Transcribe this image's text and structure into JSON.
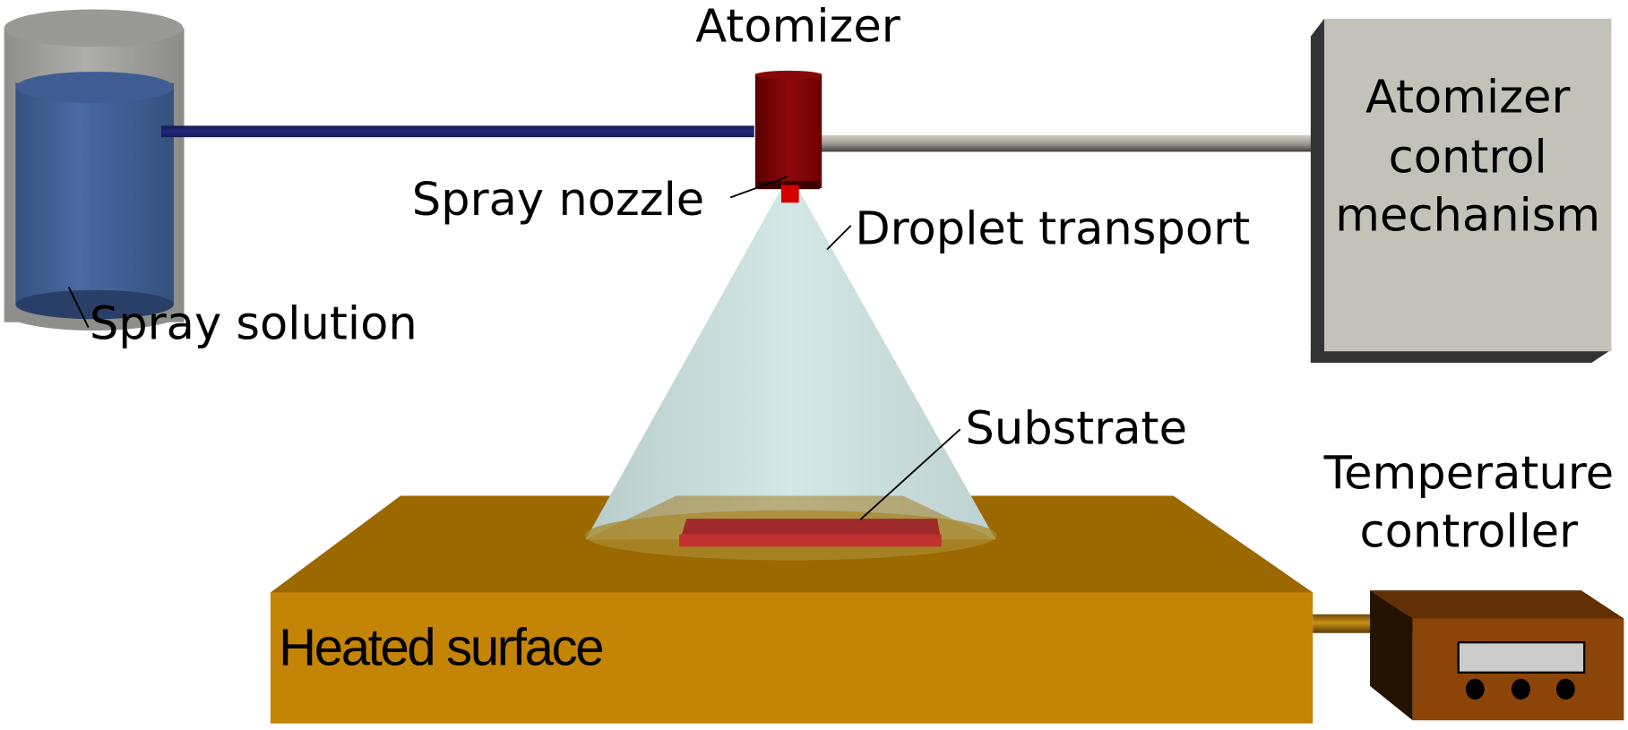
{
  "diagram": {
    "title": "Spray pyrolysis setup",
    "labels": {
      "atomizer": "Atomizer",
      "spray_nozzle": "Spray nozzle",
      "droplet_transport": "Droplet transport",
      "spray_solution": "Spray solution",
      "substrate": "Substrate",
      "heated_surface": "Heated surface",
      "atomizer_control": [
        "Atomizer",
        "control",
        "mechanism"
      ],
      "temperature_controller": [
        "Temperature",
        "controller"
      ]
    },
    "colors": {
      "tank_glass": "#a6a6a3",
      "tank_liquid": "#44659e",
      "feed_line": "#1a1f63",
      "atomizer_body": "#7a0000",
      "nozzle_tip": "#d40000",
      "spray_cone": "#cfe3e2",
      "control_rod": "#b9b6ad",
      "control_box_face": "#c4c1b9",
      "control_box_shadow": "#333333",
      "hotplate_top": "#9c6800",
      "hotplate_front": "#c48405",
      "substrate_top": "#9e2a2b",
      "substrate_front": "#c23131",
      "temp_box_front": "#8b4508",
      "temp_box_top": "#632f05",
      "temp_box_side": "#241300",
      "temp_display": "#cccccc",
      "temp_rod": "#a8700a"
    }
  }
}
